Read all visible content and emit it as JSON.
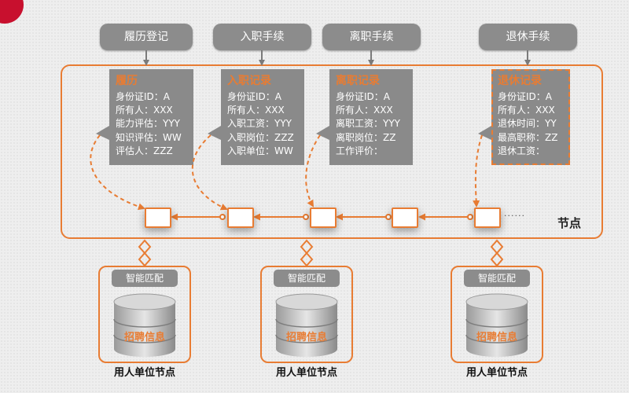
{
  "processes": {
    "resume": "履历登记",
    "entry": "入职手续",
    "leave": "离职手续",
    "retire": "退休手续"
  },
  "cards": {
    "resume": {
      "title": "履历",
      "lines": [
        "身份证ID：A",
        "所有人：XXX",
        "能力评估：YYY",
        "知识评估：WW",
        "评估人：ZZZ"
      ]
    },
    "entry": {
      "title": "入职记录",
      "lines": [
        "身份证ID：A",
        "所有人：XXX",
        "入职工资：YYY",
        "入职岗位：ZZZ",
        "入职单位：WW"
      ]
    },
    "leave": {
      "title": "离职记录",
      "lines": [
        "身份证ID：A",
        "所有人：XXX",
        "离职工资：YYY",
        "离职岗位：ZZ",
        "工作评价："
      ]
    },
    "retire": {
      "title": "退休记录",
      "lines": [
        "身份证ID：A",
        "所有人：XXX",
        "退休时间：YY",
        "最高职称：ZZ",
        "退休工资："
      ]
    }
  },
  "chain": {
    "ellipsis": "······",
    "label": "节点"
  },
  "db_nodes": [
    {
      "button": "智能匹配",
      "db_text": "招聘信息",
      "label": "用人单位节点"
    },
    {
      "button": "智能匹配",
      "db_text": "招聘信息",
      "label": "用人单位节点"
    },
    {
      "button": "智能匹配",
      "db_text": "招聘信息",
      "label": "用人单位节点"
    }
  ],
  "colors": {
    "accent": "#e87c33",
    "gray": "#8c8c8c",
    "corner": "#c8102e"
  }
}
